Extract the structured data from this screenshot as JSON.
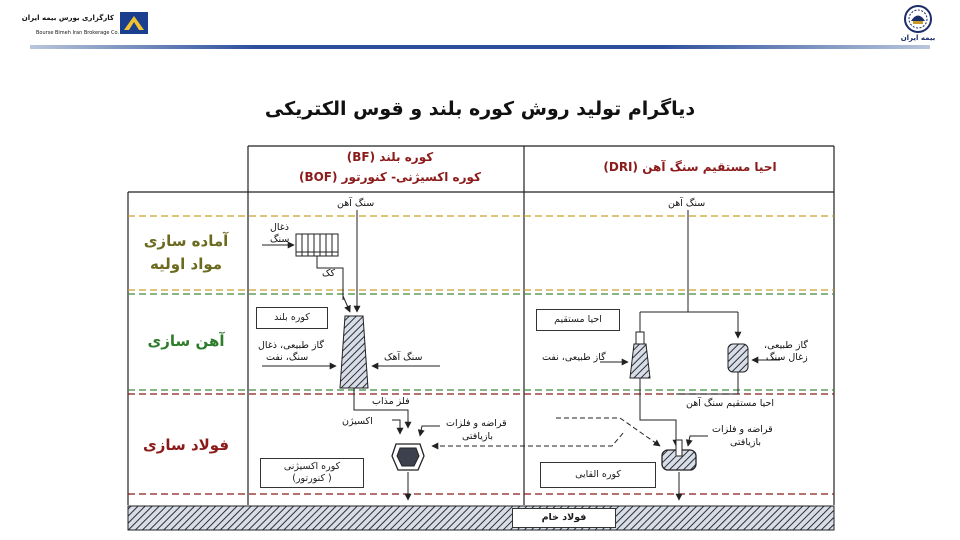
{
  "header": {
    "left_logo": {
      "name_fa": "کارگزاری بورس بیمه ایران",
      "name_en": "Bourse Bimeh Iran Brokerage Co."
    },
    "right_logo": {
      "name_fa": "بیمه ایران"
    },
    "accent_color": "#2c4f9c"
  },
  "title": "دیاگرام تولید روش کوره بلند و قوس الکتریکی",
  "diagram": {
    "col_bf": {
      "line1": "کوره بلند (BF)",
      "line2": "کوره اکسیژنی- کنورتور (BOF)"
    },
    "col_dri": {
      "line1": "احیا مستقیم سنگ آهن (DRI)"
    },
    "stages": {
      "prep": {
        "line1": "آماده سازی",
        "line2": "مواد اولیه"
      },
      "iron": "آهن سازی",
      "steel": "فولاد سازی"
    },
    "stage_colors": {
      "prep": "#6b6a1e",
      "iron": "#2d7d2d",
      "steel": "#8b1a1a"
    },
    "bf_labels": {
      "iron_ore": "سنگ آهن",
      "coal": "ذغال",
      "ore": "سنگ",
      "coke": "کک",
      "blast_furnace": "کوره بلند",
      "fuel_line1": "گاز طبیعی، ذغال",
      "fuel_line2": "سنگ، نفت",
      "limestone": "سنگ آهک",
      "molten_metal": "فلز مذاب",
      "oxygen": "اکسیژن",
      "scrap_line1": "قراضه و فلزات",
      "scrap_line2": "بازیافتی",
      "oxygen_furnace_line1": "کوره اکسیژنی",
      "oxygen_furnace_line2": "( کنورتور)"
    },
    "dri_labels": {
      "iron_ore": "سنگ آهن",
      "direct_reduction": "احیا مستقیم",
      "natural_gas": "گاز طبیعی، نفت",
      "gas_coal_line1": "گاز طبیعی،",
      "gas_coal_line2": "زغال سنگ",
      "dri_product": "احیا مستقیم سنگ آهن",
      "scrap_line1": "قراضه و فلزات",
      "scrap_line2": "بازیافتی",
      "eaf": "کوره القایی"
    },
    "crude_steel": "فولاد خام"
  }
}
